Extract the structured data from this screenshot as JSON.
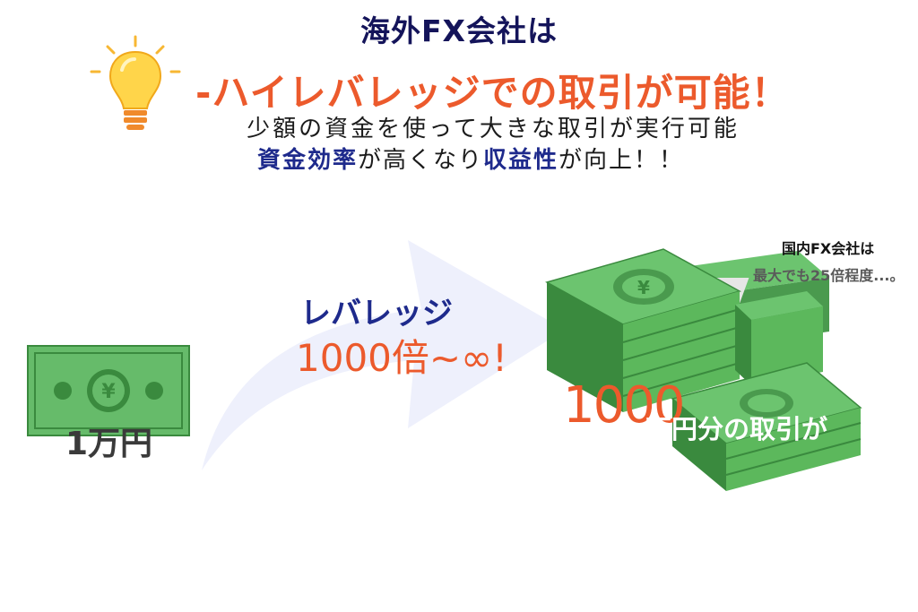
{
  "title": "海外FX会社は",
  "headline": "-ハイレバレッジでの取引が可能！",
  "subtitle": {
    "line1": "少額の資金を使って大きな取引が実行可能",
    "line2": {
      "part1": "資金効率",
      "part2": "が高くなり",
      "part3": "収益性",
      "part4": "が向上！！"
    }
  },
  "leverage": {
    "label": "レバレッジ",
    "value": "1000倍~∞!"
  },
  "bill": {
    "amount": "1万円",
    "symbol": "¥"
  },
  "domestic": {
    "line1": "国内FX会社は",
    "line2": "最大でも25倍程度...。"
  },
  "result": {
    "number": "1000",
    "text": "万円分の取引が"
  },
  "colors": {
    "accent": "#ec5a2c",
    "navy": "#1e2a8c",
    "money_green": "#5cb85c",
    "money_dark": "#3a8a3e",
    "bulb": "#f7b733"
  },
  "icons": [
    "lightbulb-icon",
    "yen-banknote-icon",
    "arrow-icon",
    "money-stack-icon"
  ]
}
